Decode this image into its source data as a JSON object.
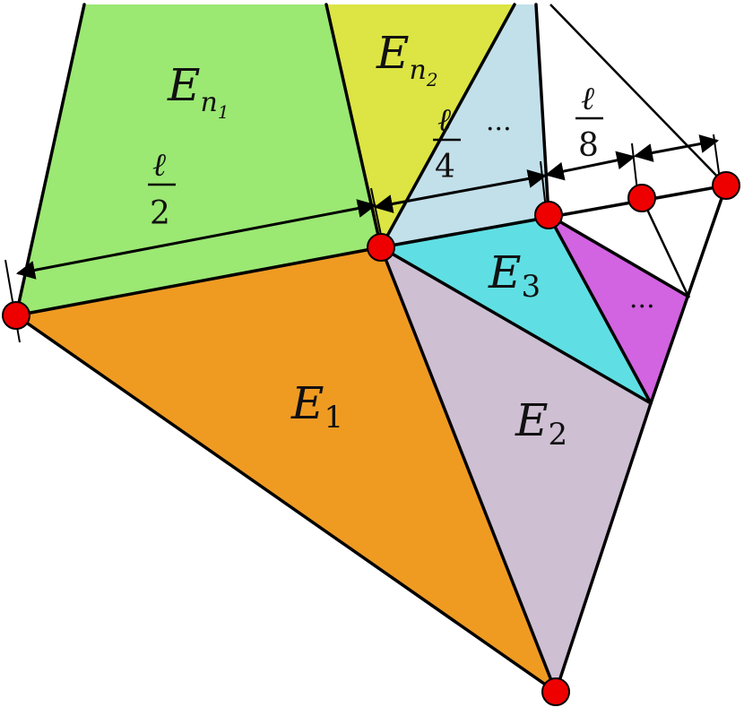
{
  "colors": {
    "green": "#9be873",
    "yellow": "#dce543",
    "lightblue": "#c2e0ea",
    "cyan": "#5fdfe3",
    "magenta": "#d263e1",
    "orange": "#ef9b22",
    "lavender": "#cebfd3",
    "node": "#ee0000"
  },
  "labels": {
    "en1": {
      "main": "E",
      "sub": "n",
      "subsub": "1"
    },
    "en2": {
      "main": "E",
      "sub": "n",
      "subsub": "2"
    },
    "e1": {
      "main": "E",
      "sub": "1"
    },
    "e2": {
      "main": "E",
      "sub": "2"
    },
    "e3": {
      "main": "E",
      "sub": "3"
    }
  },
  "dimensions": {
    "half": {
      "num": "ℓ",
      "den": "2"
    },
    "quarter": {
      "num": "ℓ",
      "den": "4"
    },
    "eighth": {
      "num": "ℓ",
      "den": "8"
    }
  },
  "ellipses": {
    "top": "···",
    "right": "···"
  }
}
